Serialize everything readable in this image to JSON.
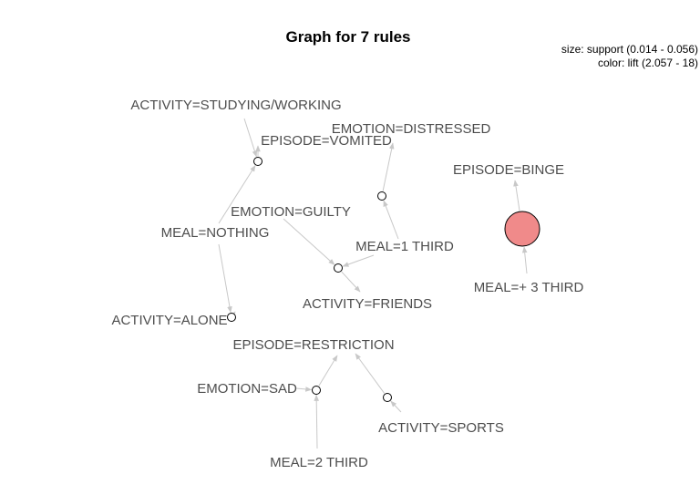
{
  "title": "Graph for 7 rules",
  "legend": {
    "size": "size: support (0.014 - 0.056)",
    "color": "color: lift (2.057 - 18)"
  },
  "colors": {
    "edge": "#c8c8c8",
    "label": "#4d4d4d",
    "rule_node_fill": "#ffffff",
    "highlight_rule_fill": "#f08a8a",
    "node_stroke": "#000000"
  },
  "items": [
    {
      "id": "activity_studying",
      "label": "ACTIVITY=STUDYING/WORKING"
    },
    {
      "id": "emotion_distressed",
      "label": "EMOTION=DISTRESSED"
    },
    {
      "id": "episode_vomited",
      "label": "EPISODE=VOMITED"
    },
    {
      "id": "episode_binge",
      "label": "EPISODE=BINGE"
    },
    {
      "id": "emotion_guilty",
      "label": "EMOTION=GUILTY"
    },
    {
      "id": "meal_nothing",
      "label": "MEAL=NOTHING"
    },
    {
      "id": "meal_1third",
      "label": "MEAL=1 THIRD"
    },
    {
      "id": "meal_3third",
      "label": "MEAL=+  3 THIRD"
    },
    {
      "id": "activity_friends",
      "label": "ACTIVITY=FRIENDS"
    },
    {
      "id": "activity_alone",
      "label": "ACTIVITY=ALONE"
    },
    {
      "id": "episode_restriction",
      "label": "EPISODE=RESTRICTION"
    },
    {
      "id": "emotion_sad",
      "label": "EMOTION=SAD"
    },
    {
      "id": "activity_sports",
      "label": "ACTIVITY=SPORTS"
    },
    {
      "id": "meal_2third",
      "label": "MEAL=2 THIRD"
    }
  ],
  "rules": [
    {
      "id": "r1",
      "lhs": [
        "activity_studying",
        "meal_nothing"
      ],
      "rhs": "episode_vomited",
      "highlight": false
    },
    {
      "id": "r2",
      "lhs": [
        "meal_1third"
      ],
      "rhs": "emotion_distressed",
      "highlight": false
    },
    {
      "id": "r3",
      "lhs": [
        "emotion_guilty",
        "meal_1third"
      ],
      "rhs": "activity_friends",
      "highlight": false
    },
    {
      "id": "r4",
      "lhs": [
        "meal_nothing"
      ],
      "rhs": "activity_alone",
      "highlight": false
    },
    {
      "id": "r5",
      "lhs": [
        "emotion_sad",
        "meal_2third"
      ],
      "rhs": "activity_friends",
      "highlight": false
    },
    {
      "id": "r6",
      "lhs": [
        "activity_sports"
      ],
      "rhs": "episode_restriction",
      "highlight": false
    },
    {
      "id": "r7",
      "lhs": [
        "meal_3third"
      ],
      "rhs": "episode_binge",
      "highlight": true
    }
  ]
}
